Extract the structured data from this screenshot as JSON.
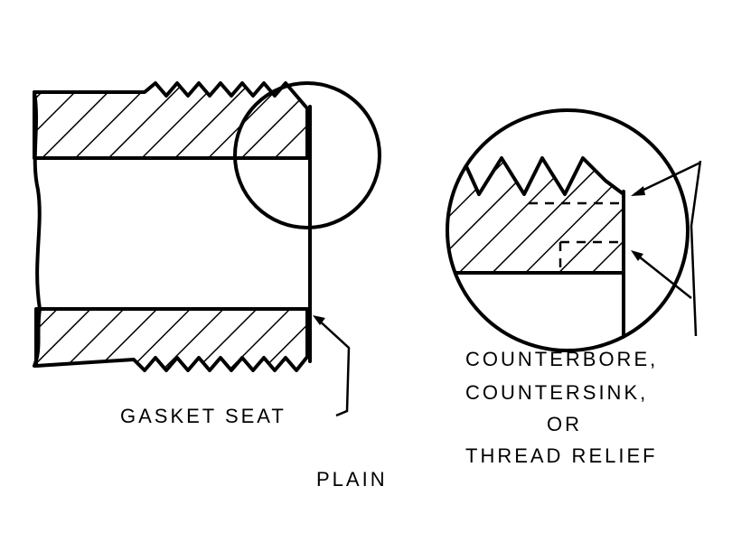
{
  "labels": {
    "gasket_seat": "GASKET SEAT",
    "plain": "PLAIN",
    "callout_line1": "COUNTERBORE,",
    "callout_line2": "COUNTERSINK,",
    "callout_line3": "OR",
    "callout_line4": "THREAD RELIEF"
  },
  "colors": {
    "ink": "#000000",
    "background": "#ffffff"
  }
}
